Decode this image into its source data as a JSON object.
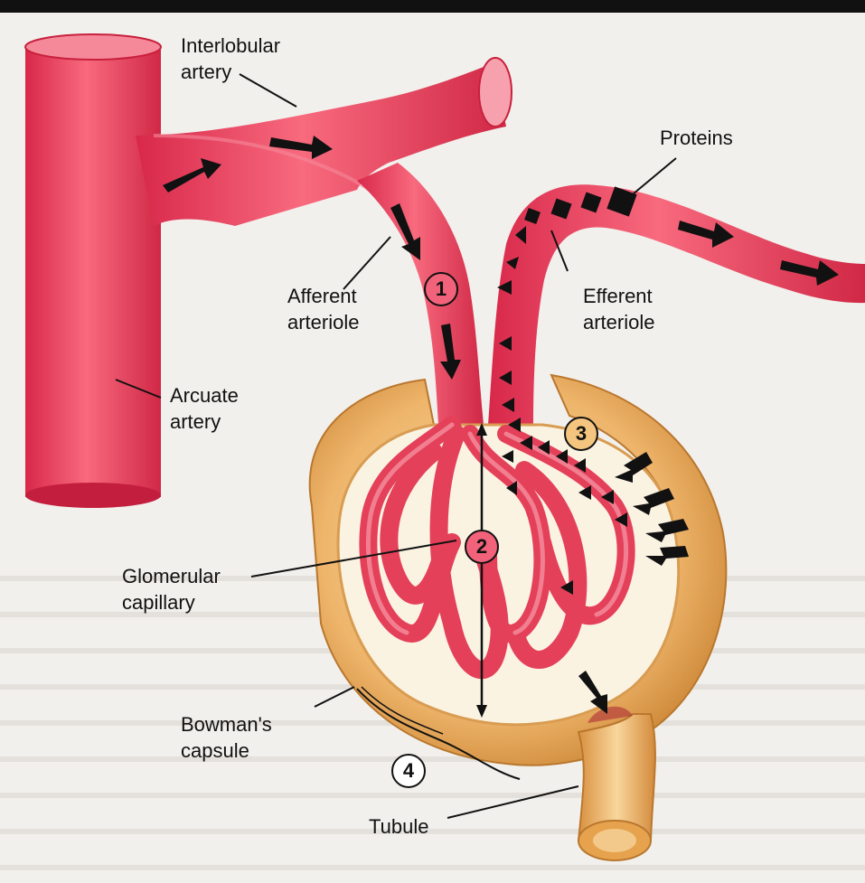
{
  "labels": {
    "interlobular_artery": [
      "Interlobular",
      "artery"
    ],
    "proteins": "Proteins",
    "afferent_arteriole": [
      "Afferent",
      "arteriole"
    ],
    "efferent_arteriole": [
      "Efferent",
      "arteriole"
    ],
    "arcuate_artery": [
      "Arcuate",
      "artery"
    ],
    "glomerular_capillary": [
      "Glomerular",
      "capillary"
    ],
    "bowmans_capsule": [
      "Bowman's",
      "capsule"
    ],
    "tubule": "Tubule"
  },
  "steps": [
    "1",
    "2",
    "3",
    "4"
  ],
  "colors": {
    "vessel": "#ee4a62",
    "vessel_dark": "#c8203d",
    "capsule": "#e6a85a",
    "capsule_light": "#f7d49c",
    "capsule_space": "#fbf3e2",
    "background": "#f2f0ec"
  },
  "icons": [
    "flow-arrow-icon",
    "protein-square-icon",
    "protein-triangle-icon"
  ]
}
